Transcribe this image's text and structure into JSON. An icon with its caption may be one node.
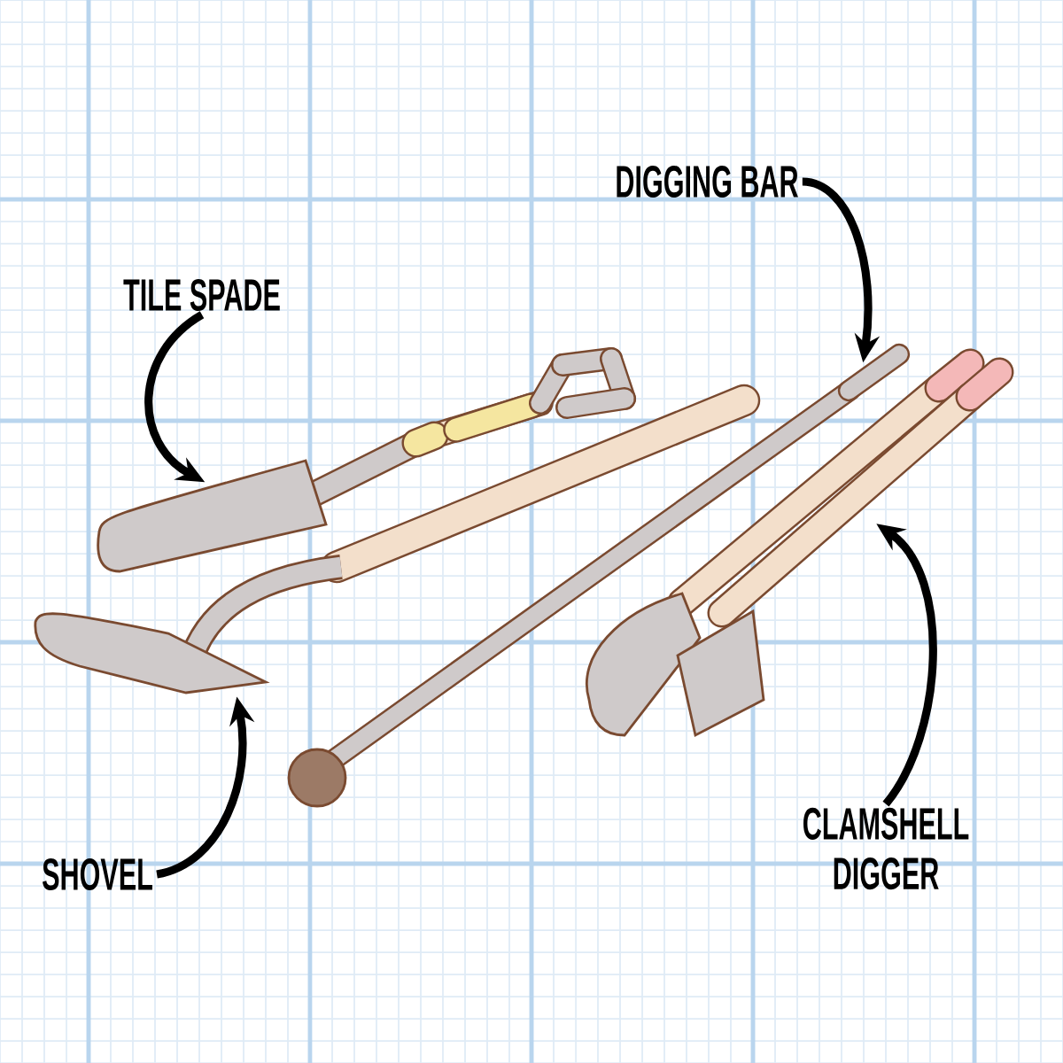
{
  "diagram": {
    "nodes": [
      {
        "text": [
          "DIGGING BAR"
        ]
      },
      {
        "text": [
          "TILE SPADE"
        ]
      },
      {
        "text": [
          "CLAMSHELL DIGGER"
        ]
      },
      {
        "text": [
          "SHOVEL"
        ]
      },
      {
        "text": [],
        "shape": "picture"
      },
      {
        "text": [],
        "shape": "picture"
      },
      {
        "text": [],
        "shape": "picture"
      },
      {
        "text": [],
        "shape": "picture"
      }
    ],
    "edges": [
      {
        "from": 0,
        "to": 6,
        "arrow": "to"
      },
      {
        "from": 1,
        "to": 4,
        "arrow": "to"
      },
      {
        "from": 2,
        "to": 7,
        "arrow": "to"
      },
      {
        "from": 3,
        "to": 5,
        "arrow": "to"
      }
    ]
  }
}
